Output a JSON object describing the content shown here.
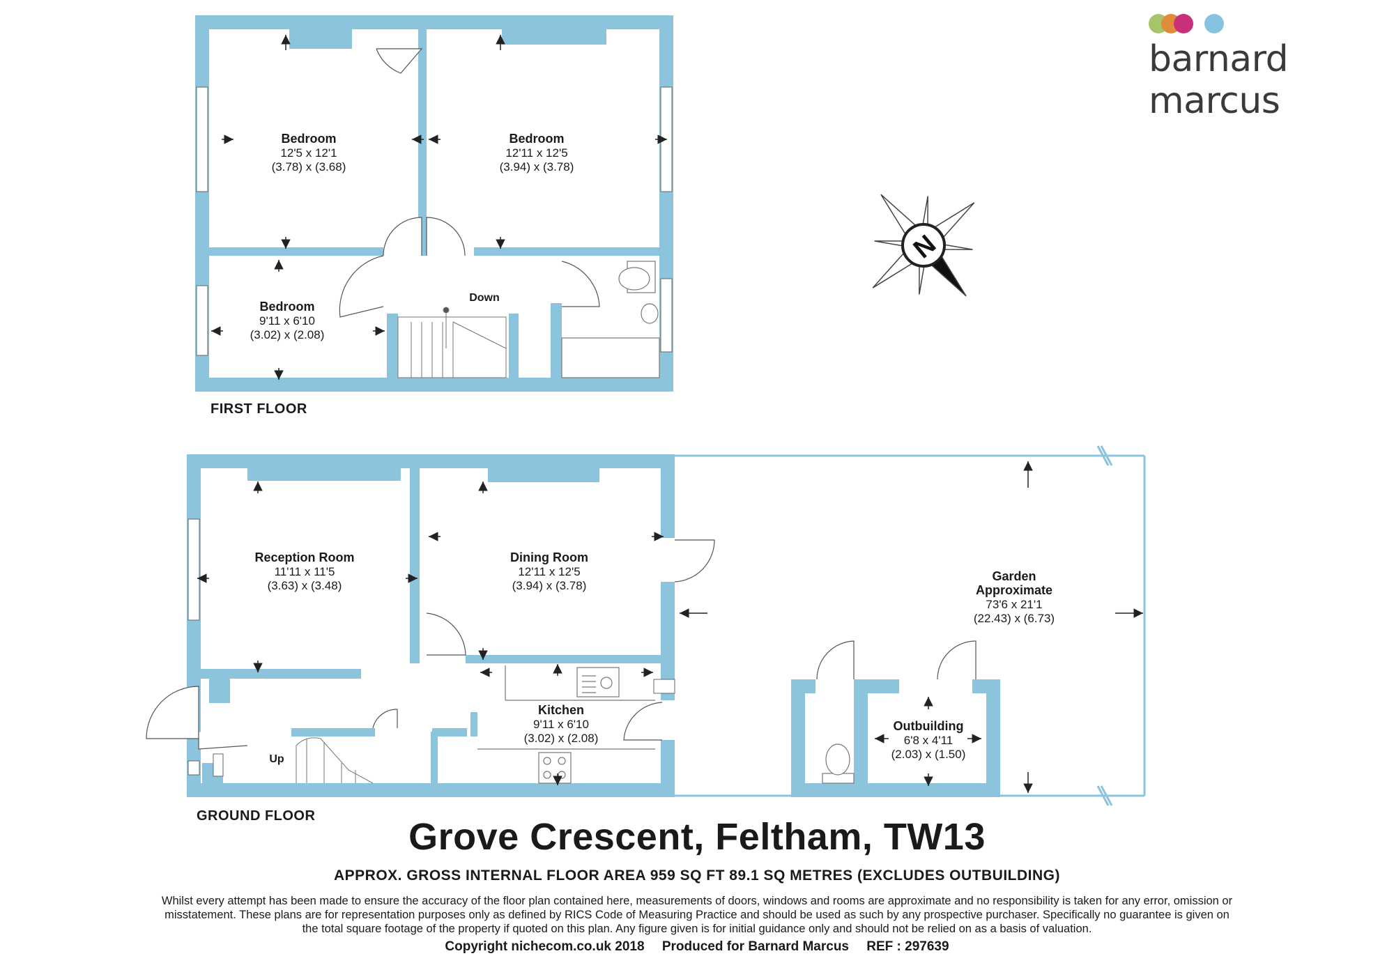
{
  "brand": {
    "name": "barnard marcus",
    "dot_colors": [
      "#a8c46a",
      "#e08a3c",
      "#c8307a",
      "#86c3e0"
    ]
  },
  "colors": {
    "wall": "#8cc4dd",
    "text": "#1a1a1a",
    "line": "#444444"
  },
  "compass": {
    "label": "N"
  },
  "first_floor": {
    "label": "FIRST FLOOR",
    "rooms": [
      {
        "name": "Bedroom",
        "imperial": "12'5 x 12'1",
        "metric": "(3.78) x (3.68)"
      },
      {
        "name": "Bedroom",
        "imperial": "12'11 x 12'5",
        "metric": "(3.94) x (3.78)"
      },
      {
        "name": "Bedroom",
        "imperial": "9'11 x 6'10",
        "metric": "(3.02) x (2.08)"
      }
    ],
    "stairs_label": "Down"
  },
  "ground_floor": {
    "label": "GROUND FLOOR",
    "rooms": [
      {
        "name": "Reception Room",
        "imperial": "11'11 x 11'5",
        "metric": "(3.63) x (3.48)"
      },
      {
        "name": "Dining Room",
        "imperial": "12'11 x 12'5",
        "metric": "(3.94) x (3.78)"
      },
      {
        "name": "Kitchen",
        "imperial": "9'11 x 6'10",
        "metric": "(3.02) x (2.08)"
      },
      {
        "name": "Outbuilding",
        "imperial": "6'8 x 4'11",
        "metric": "(2.03) x (1.50)"
      }
    ],
    "garden": {
      "name1": "Garden",
      "name2": "Approximate",
      "imperial": "73'6 x 21'1",
      "metric": "(22.43) x (6.73)"
    },
    "stairs_label": "Up"
  },
  "title": "Grove Crescent, Feltham, TW13",
  "area": "APPROX. GROSS INTERNAL FLOOR AREA 959 SQ FT 89.1 SQ METRES (EXCLUDES OUTBUILDING)",
  "disclaimer": "Whilst every attempt has been made to ensure the accuracy of the floor plan contained here, measurements of doors, windows and rooms are approximate and no responsibility is taken for any error, omission or misstatement. These plans are for representation purposes only as defined by RICS Code of Measuring Practice and should be used as such by any prospective purchaser. Specifically no guarantee is given on the total square footage of the property if quoted on this plan. Any figure given is for initial guidance only and should not be relied on as a basis of valuation.",
  "copyright": {
    "copyright": "Copyright nichecom.co.uk 2018",
    "produced": "Produced for Barnard Marcus",
    "ref": "REF : 297639"
  }
}
